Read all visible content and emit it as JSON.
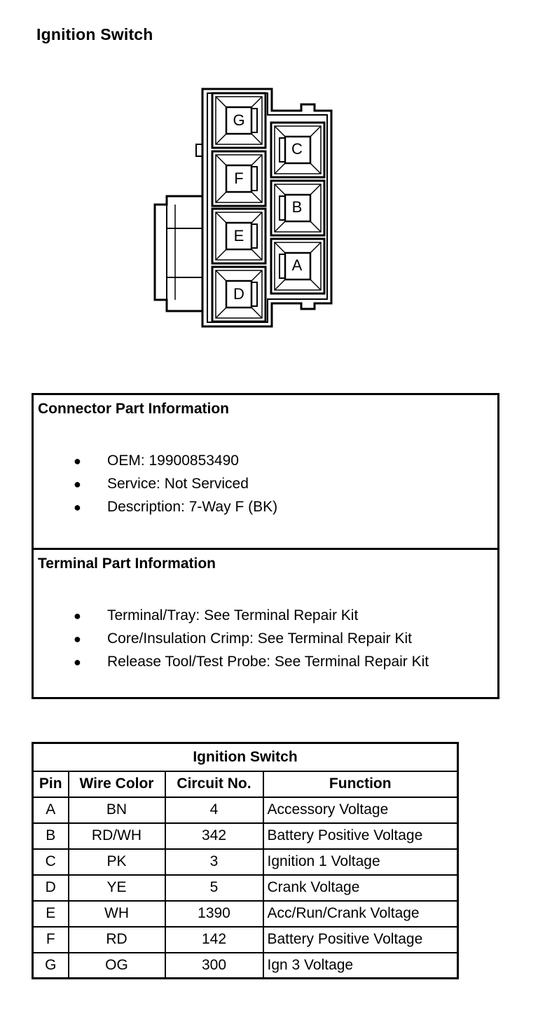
{
  "page": {
    "title": "Ignition Switch"
  },
  "connector_diagram": {
    "pins": [
      "G",
      "F",
      "E",
      "D",
      "C",
      "B",
      "A"
    ]
  },
  "connector_info": {
    "title": "Connector Part Information",
    "items": [
      "OEM: 19900853490",
      "Service: Not Serviced",
      "Description: 7-Way F (BK)"
    ]
  },
  "terminal_info": {
    "title": "Terminal Part Information",
    "items": [
      "Terminal/Tray: See Terminal Repair Kit",
      "Core/Insulation Crimp: See Terminal Repair Kit",
      "Release Tool/Test Probe: See Terminal Repair Kit"
    ]
  },
  "pin_table": {
    "title": "Ignition Switch",
    "headers": [
      "Pin",
      "Wire Color",
      "Circuit No.",
      "Function"
    ],
    "rows": [
      [
        "A",
        "BN",
        "4",
        "Accessory Voltage"
      ],
      [
        "B",
        "RD/WH",
        "342",
        "Battery Positive Voltage"
      ],
      [
        "C",
        "PK",
        "3",
        "Ignition 1 Voltage"
      ],
      [
        "D",
        "YE",
        "5",
        "Crank Voltage"
      ],
      [
        "E",
        "WH",
        "1390",
        "Acc/Run/Crank Voltage"
      ],
      [
        "F",
        "RD",
        "142",
        "Battery Positive Voltage"
      ],
      [
        "G",
        "OG",
        "300",
        "Ign 3 Voltage"
      ]
    ]
  }
}
